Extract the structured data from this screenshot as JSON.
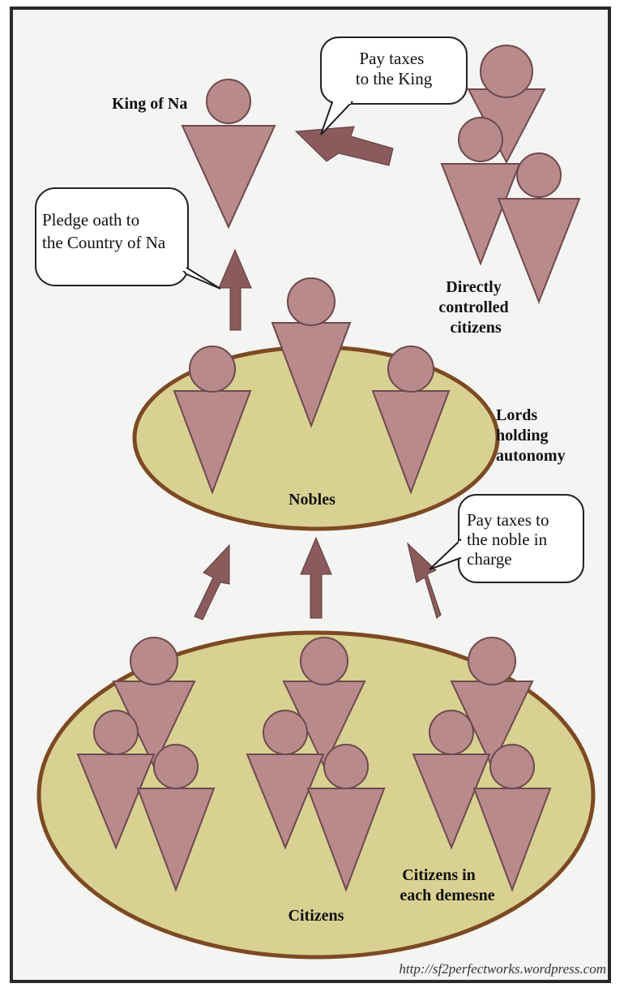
{
  "colors": {
    "figure_fill": "#b88a8c",
    "figure_stroke": "#6e4a4e",
    "oval_fill": "#d8d192",
    "oval_stroke": "#7c4a22",
    "arrow_fill": "#8a5a5c",
    "panel_bg": "#f4f4f2",
    "bubble_fill": "#ffffff"
  },
  "labels": {
    "king": "King of Na",
    "direct_citizens": [
      "Directly",
      "controlled",
      "citizens"
    ],
    "lords": [
      "Lords",
      "holding",
      "autonomy"
    ],
    "nobles": "Nobles",
    "demesne_citizens": [
      "Citizens in",
      "each demesne"
    ],
    "citizens": "Citizens"
  },
  "bubbles": {
    "pay_king": [
      "Pay taxes",
      "to the King"
    ],
    "pledge": [
      "Pledge oath to",
      "the Country of Na"
    ],
    "pay_noble": [
      "Pay taxes to",
      "the noble in",
      "charge"
    ]
  },
  "footer": {
    "url": "http://sf2perfectworks.wordpress.com"
  }
}
